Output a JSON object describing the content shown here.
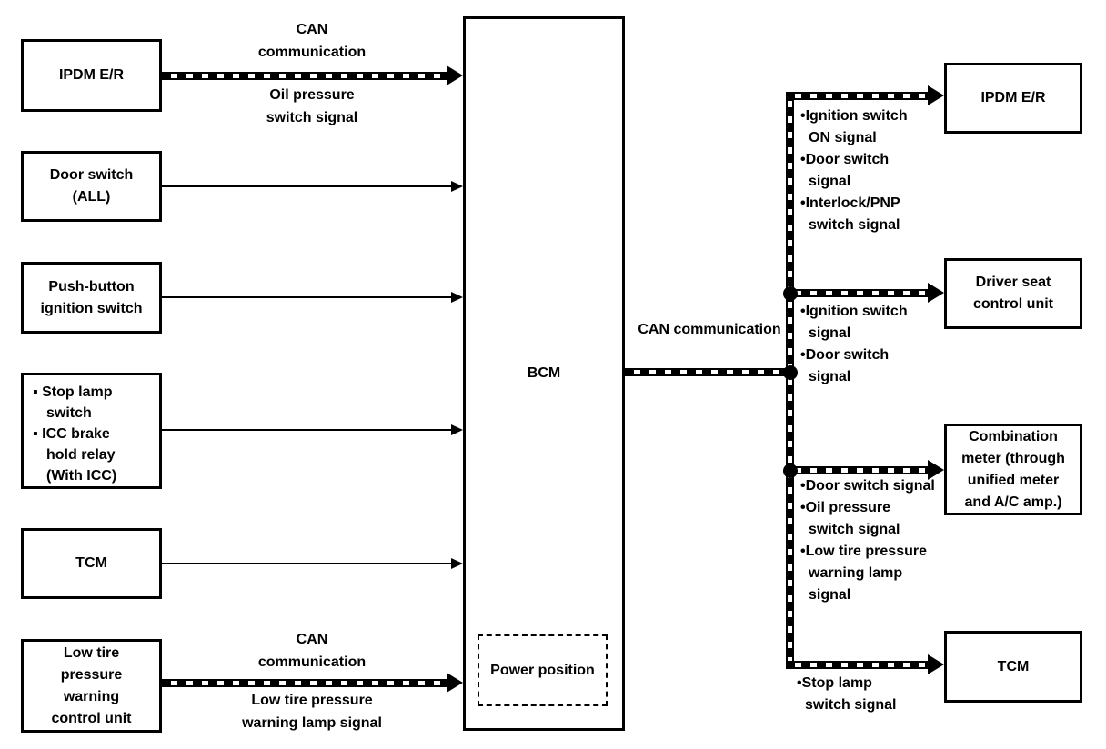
{
  "diagram": {
    "title_hint": "BCM CAN communication system diagram",
    "colors": {
      "line": "#000000",
      "background": "#ffffff"
    },
    "bcm": {
      "label": "BCM",
      "power_position_label": "Power position"
    },
    "left_nodes": {
      "ipdm": {
        "label": "IPDM E/R"
      },
      "door_switch": {
        "label": "Door switch (ALL)"
      },
      "push_button": {
        "label": "Push-button ignition switch"
      },
      "stop_lamp_group": {
        "items": [
          "Stop lamp switch",
          "ICC brake hold relay (With ICC)"
        ]
      },
      "tcm": {
        "label": "TCM"
      },
      "low_tire": {
        "label": "Low tire pressure warning control unit"
      }
    },
    "left_arrows": {
      "ipdm_to_bcm": {
        "above": "CAN communication",
        "below": "Oil pressure switch signal"
      },
      "low_tire_to_bcm": {
        "above": "CAN communication",
        "below": "Low tire pressure warning lamp signal"
      }
    },
    "bcm_out_label": "CAN communication",
    "right_nodes": {
      "ipdm": {
        "label": "IPDM E/R",
        "signals": [
          "Ignition switch ON signal",
          "Door switch signal",
          "Interlock/PNP switch signal"
        ]
      },
      "driver_seat": {
        "label": "Driver seat control unit",
        "signals": [
          "Ignition switch signal",
          "Door switch signal"
        ]
      },
      "combination_meter": {
        "label": "Combination meter (through unified meter and A/C amp.)",
        "signals": [
          "Door switch signal",
          "Oil pressure switch signal",
          "Low tire pressure warning lamp signal"
        ]
      },
      "tcm": {
        "label": "TCM",
        "signals": [
          "Stop lamp switch signal"
        ]
      }
    }
  }
}
